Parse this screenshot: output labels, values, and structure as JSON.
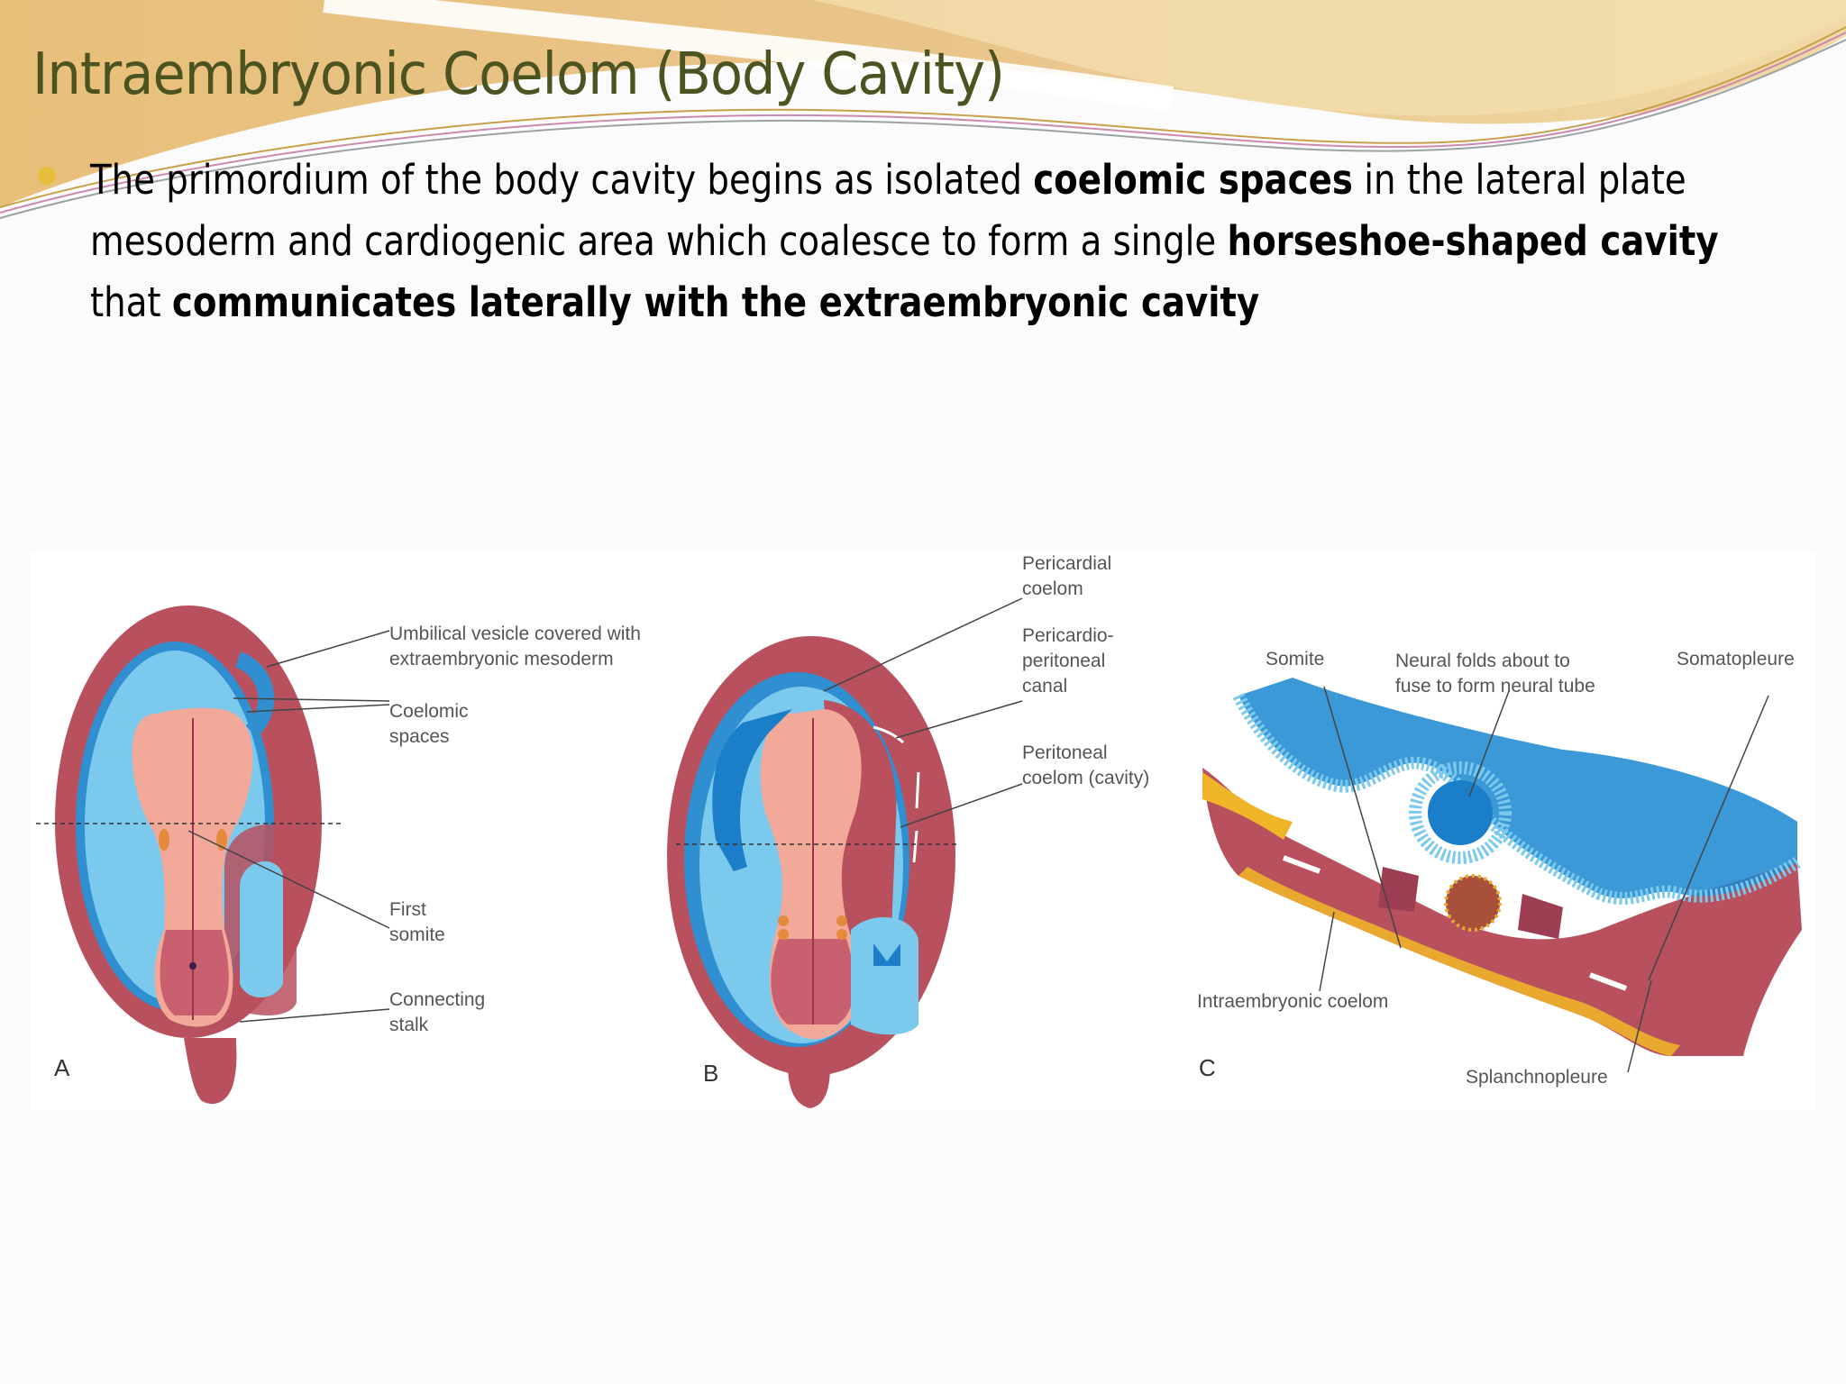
{
  "slide": {
    "title": "Intraembryonic Coelom (Body Cavity)",
    "bullet": {
      "icon": "bullet-dot",
      "segments": [
        {
          "text": "The primordium of the body cavity begins as isolated ",
          "bold": false
        },
        {
          "text": "coelomic spaces",
          "bold": true
        },
        {
          "text": " in the lateral plate mesoderm and cardiogenic area which coalesce to form a single ",
          "bold": false
        },
        {
          "text": "horseshoe-shaped cavity",
          "bold": true
        },
        {
          "text": " that ",
          "bold": false
        },
        {
          "text": "communicates laterally with the extraembryonic cavity",
          "bold": true
        }
      ]
    },
    "colors": {
      "title": "#4b5320",
      "bullet": "#e6bd3a",
      "swoosh": "#e9c27a",
      "tissue_red": "#b8505e",
      "cavity_blue": "#74c6ec",
      "embryo_pink": "#f2a99a"
    }
  },
  "figure": {
    "panels": [
      {
        "letter": "A",
        "labels": [
          "Umbilical vesicle covered with",
          "extraembryonic mesoderm",
          "Coelomic",
          "spaces",
          "First",
          "somite",
          "Connecting",
          "stalk"
        ]
      },
      {
        "letter": "B",
        "labels": [
          "Pericardial",
          "coelom",
          "Pericardio-",
          "peritoneal",
          "canal",
          "Peritoneal",
          "coelom (cavity)"
        ]
      },
      {
        "letter": "C",
        "labels": [
          "Somite",
          "Neural folds about to",
          "fuse to form neural tube",
          "Somatopleure",
          "Intraembryonic coelom",
          "Splanchnopleure"
        ]
      }
    ]
  }
}
